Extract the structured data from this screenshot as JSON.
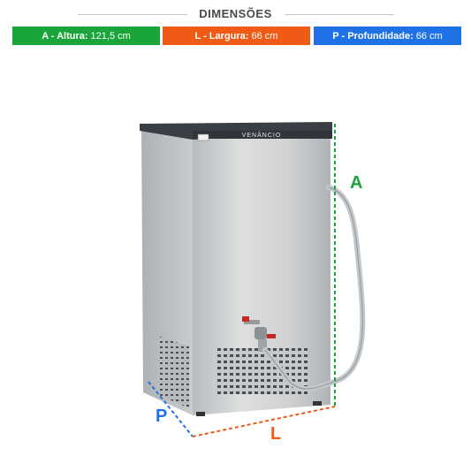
{
  "header": {
    "title": "DIMENSÕES"
  },
  "dimensions": [
    {
      "label": "A - Altura:",
      "value": "121,5 cm",
      "color": "#1aa53a"
    },
    {
      "label": "L - Largura:",
      "value": "66 cm",
      "color": "#ef5a16"
    },
    {
      "label": "P - Profundidade:",
      "value": "66 cm",
      "color": "#1e72e6"
    }
  ],
  "product": {
    "brand": "VENÂNCIO"
  },
  "markers": {
    "a": "A",
    "l": "L",
    "p": "P"
  },
  "colors": {
    "a": "#1aa53a",
    "l": "#ef5a16",
    "p": "#1e72e6"
  }
}
